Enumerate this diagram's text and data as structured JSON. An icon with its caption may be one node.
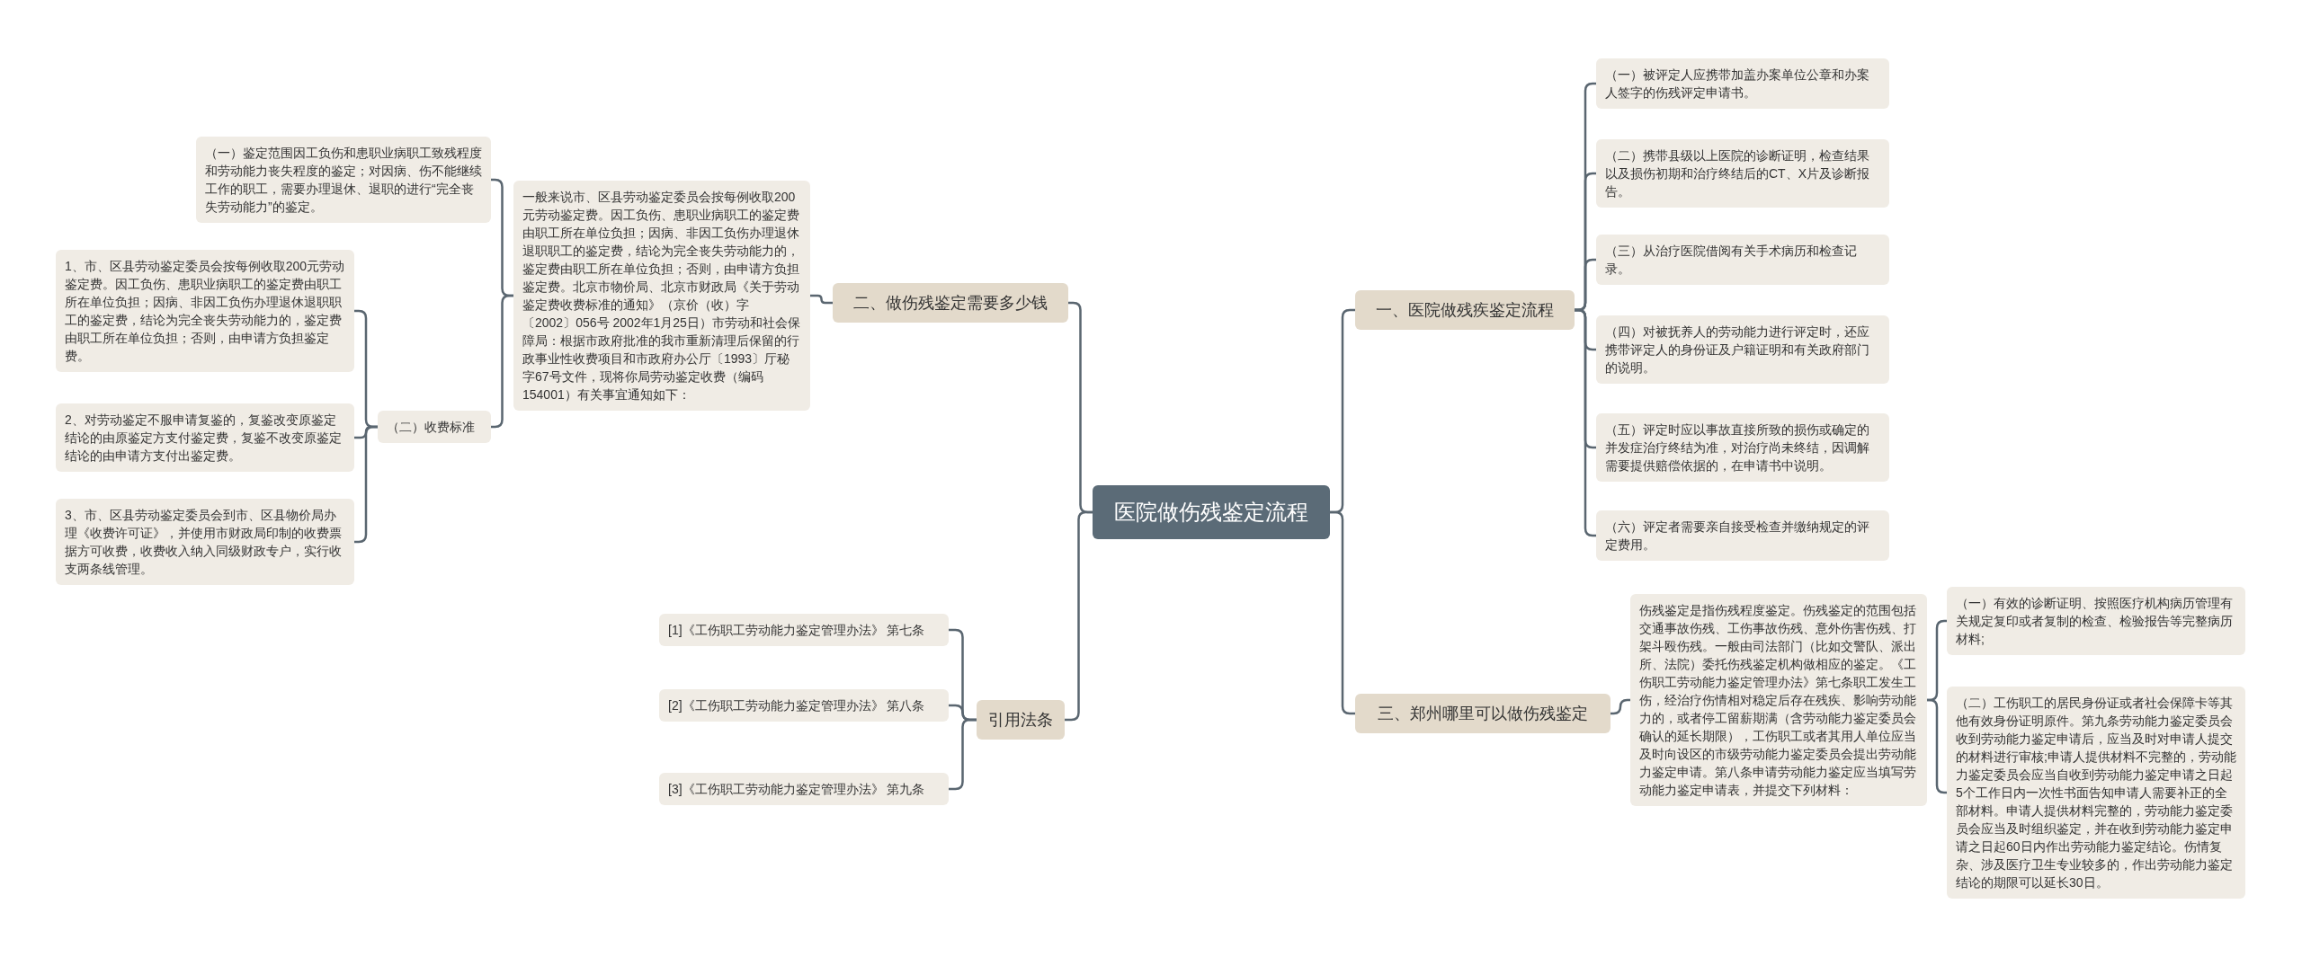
{
  "diagram": {
    "nodes": [
      {
        "text": [
          "医院做伤残鉴定流程"
        ]
      },
      {
        "text": [
          "一、医院做残疾鉴定流程"
        ]
      },
      {
        "text": [
          "（一）被评定人应携带加盖办案单位公章和办案人签字的伤残评定申请书。"
        ]
      },
      {
        "text": [
          "（二）携带县级以上医院的诊断证明，检查结果以及损伤初期和治疗终结后的CT、X片及诊断报告。"
        ]
      },
      {
        "text": [
          "（三）从治疗医院借阅有关手术病历和检查记录。"
        ]
      },
      {
        "text": [
          "（四）对被抚养人的劳动能力进行评定时，还应携带评定人的身份证及户籍证明和有关政府部门的说明。"
        ]
      },
      {
        "text": [
          "（五）评定时应以事故直接所致的损伤或确定的并发症治疗终结为准，对治疗尚未终结，因调解需要提供赔偿依据的，在申请书中说明。"
        ]
      },
      {
        "text": [
          "（六）评定者需要亲自接受检查并缴纳规定的评定费用。"
        ]
      },
      {
        "text": [
          "三、郑州哪里可以做伤残鉴定"
        ]
      },
      {
        "text": [
          "伤残鉴定是指伤残程度鉴定。伤残鉴定的范围包括交通事故伤残、工伤事故伤残、意外伤害伤残、打架斗殴伤残。一般由司法部门（比如交警队、派出所、法院）委托伤残鉴定机构做相应的鉴定。《工伤职工劳动能力鉴定管理办法》第七条职工发生工伤，经治疗伤情相对稳定后存在残疾、影响劳动能力的，或者停工留薪期满（含劳动能力鉴定委员会确认的延长期限），工伤职工或者其用人单位应当及时向设区的市级劳动能力鉴定委员会提出劳动能力鉴定申请。第八条申请劳动能力鉴定应当填写劳动能力鉴定申请表，并提交下列材料："
        ]
      },
      {
        "text": [
          "（一）有效的诊断证明、按照医疗机构病历管理有关规定复印或者复制的检查、检验报告等完整病历材料;"
        ]
      },
      {
        "text": [
          "（二）工伤职工的居民身份证或者社会保障卡等其他有效身份证明原件。第九条劳动能力鉴定委员会收到劳动能力鉴定申请后，应当及时对申请人提交的材料进行审核;申请人提供材料不完整的，劳动能力鉴定委员会应当自收到劳动能力鉴定申请之日起5个工作日内一次性书面告知申请人需要补正的全部材料。申请人提供材料完整的，劳动能力鉴定委员会应当及时组织鉴定，并在收到劳动能力鉴定申请之日起60日内作出劳动能力鉴定结论。伤情复杂、涉及医疗卫生专业较多的，作出劳动能力鉴定结论的期限可以延长30日。"
        ]
      },
      {
        "text": [
          "二、做伤残鉴定需要多少钱"
        ]
      },
      {
        "text": [
          "一般来说市、区县劳动鉴定委员会按每例收取200元劳动鉴定费。因工负伤、患职业病职工的鉴定费由职工所在单位负担；因病、非因工负伤办理退休退职职工的鉴定费，结论为完全丧失劳动能力的，鉴定费由职工所在单位负担；否则，由申请方负担鉴定费。北京市物价局、北京市财政局《关于劳动鉴定费收费标准的通知》（京价（收）字〔2002〕056号 2002年1月25日）市劳动和社会保障局：根据市政府批准的我市重新清理后保留的行政事业性收费项目和市政府办公厅〔1993〕厅秘字67号文件，现将你局劳动鉴定收费（编码154001）有关事宜通知如下："
        ]
      },
      {
        "text": [
          "（一）鉴定范围因工负伤和患职业病职工致残程度和劳动能力丧失程度的鉴定；对因病、伤不能继续工作的职工，需要办理退休、退职的进行“完全丧失劳动能力”的鉴定。"
        ]
      },
      {
        "text": [
          "（二）收费标准"
        ]
      },
      {
        "text": [
          "1、市、区县劳动鉴定委员会按每例收取200元劳动鉴定费。因工负伤、患职业病职工的鉴定费由职工所在单位负担；因病、非因工负伤办理退休退职职工的鉴定费，结论为完全丧失劳动能力的，鉴定费由职工所在单位负担；否则，由申请方负担鉴定费。"
        ]
      },
      {
        "text": [
          "2、对劳动鉴定不服申请复鉴的，复鉴改变原鉴定结论的由原鉴定方支付鉴定费，复鉴不改变原鉴定结论的由申请方支付出鉴定费。"
        ]
      },
      {
        "text": [
          "3、市、区县劳动鉴定委员会到市、区县物价局办理《收费许可证》，并使用市财政局印制的收费票据方可收费，收费收入纳入同级财政专户，实行收支两条线管理。"
        ]
      },
      {
        "text": [
          "引用法条"
        ]
      },
      {
        "text": [
          "[1]《工伤职工劳动能力鉴定管理办法》 第七条"
        ]
      },
      {
        "text": [
          "[2]《工伤职工劳动能力鉴定管理办法》 第八条"
        ]
      },
      {
        "text": [
          "[3]《工伤职工劳动能力鉴定管理办法》 第九条"
        ]
      }
    ],
    "edges": [
      {
        "from": 0,
        "to": 1,
        "arrow": "none"
      },
      {
        "from": 0,
        "to": 8,
        "arrow": "none"
      },
      {
        "from": 0,
        "to": 12,
        "arrow": "none"
      },
      {
        "from": 0,
        "to": 19,
        "arrow": "none"
      },
      {
        "from": 1,
        "to": 2,
        "arrow": "none"
      },
      {
        "from": 1,
        "to": 3,
        "arrow": "none"
      },
      {
        "from": 1,
        "to": 4,
        "arrow": "none"
      },
      {
        "from": 1,
        "to": 5,
        "arrow": "none"
      },
      {
        "from": 1,
        "to": 6,
        "arrow": "none"
      },
      {
        "from": 1,
        "to": 7,
        "arrow": "none"
      },
      {
        "from": 8,
        "to": 9,
        "arrow": "none"
      },
      {
        "from": 9,
        "to": 10,
        "arrow": "none"
      },
      {
        "from": 9,
        "to": 11,
        "arrow": "none"
      },
      {
        "from": 12,
        "to": 13,
        "arrow": "none"
      },
      {
        "from": 13,
        "to": 14,
        "arrow": "none"
      },
      {
        "from": 13,
        "to": 15,
        "arrow": "none"
      },
      {
        "from": 15,
        "to": 16,
        "arrow": "none"
      },
      {
        "from": 15,
        "to": 17,
        "arrow": "none"
      },
      {
        "from": 15,
        "to": 18,
        "arrow": "none"
      },
      {
        "from": 19,
        "to": 20,
        "arrow": "none"
      },
      {
        "from": 19,
        "to": 21,
        "arrow": "none"
      },
      {
        "from": 19,
        "to": 22,
        "arrow": "none"
      }
    ]
  }
}
